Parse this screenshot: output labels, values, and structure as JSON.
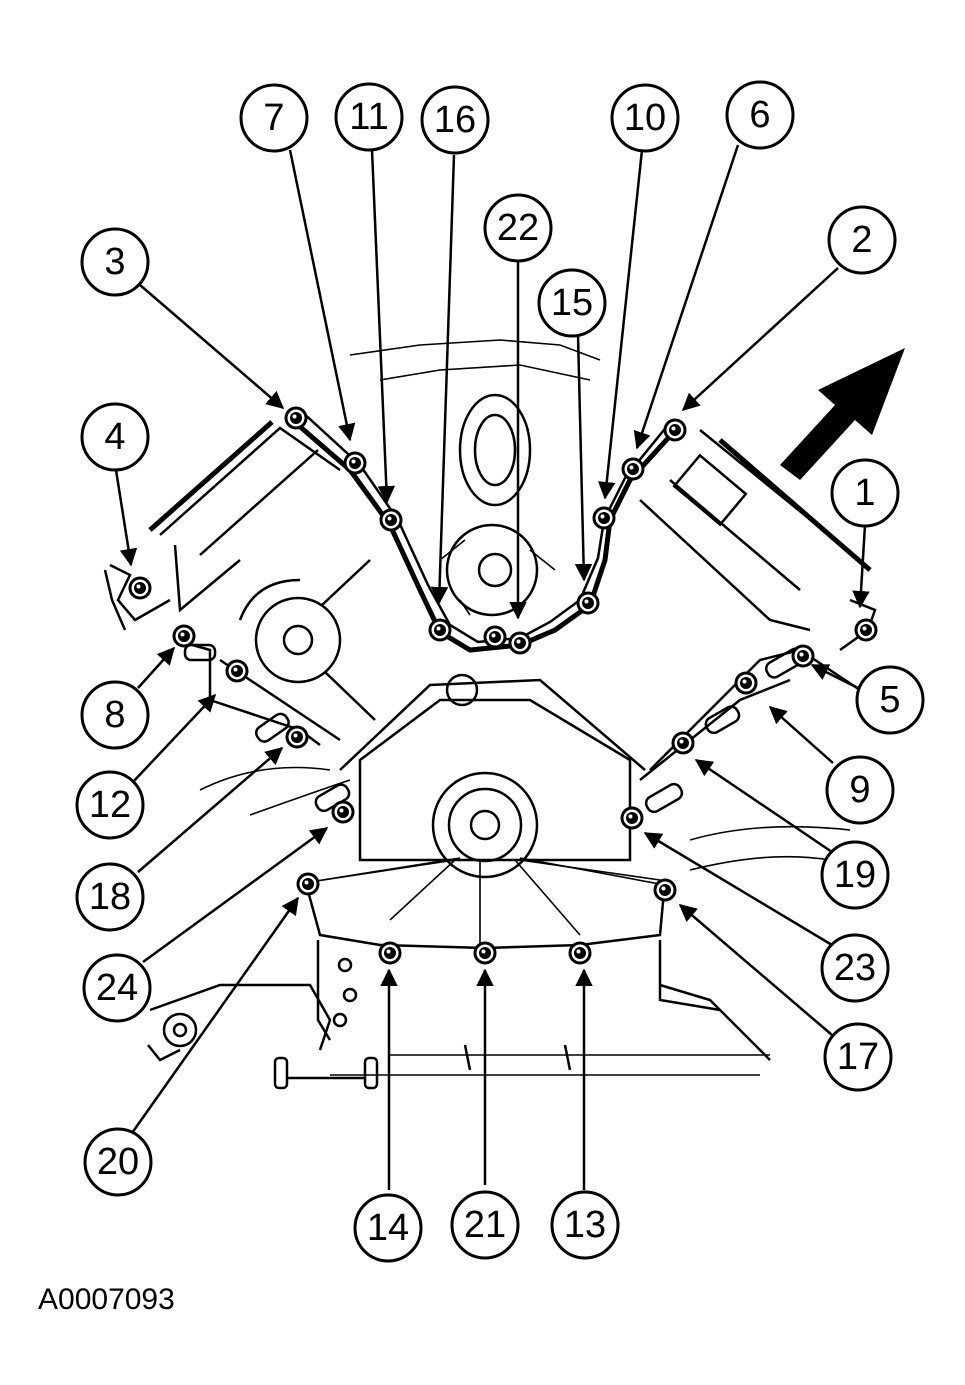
{
  "drawing_id": "A0007093",
  "callouts": [
    {
      "label": "1",
      "n": 1
    },
    {
      "label": "2",
      "n": 2
    },
    {
      "label": "3",
      "n": 3
    },
    {
      "label": "4",
      "n": 4
    },
    {
      "label": "5",
      "n": 5
    },
    {
      "label": "6",
      "n": 6
    },
    {
      "label": "7",
      "n": 7
    },
    {
      "label": "8",
      "n": 8
    },
    {
      "label": "9",
      "n": 9
    },
    {
      "label": "10",
      "n": 10
    },
    {
      "label": "11",
      "n": 11
    },
    {
      "label": "12",
      "n": 12
    },
    {
      "label": "13",
      "n": 13
    },
    {
      "label": "14",
      "n": 14
    },
    {
      "label": "15",
      "n": 15
    },
    {
      "label": "16",
      "n": 16
    },
    {
      "label": "17",
      "n": 17
    },
    {
      "label": "18",
      "n": 18
    },
    {
      "label": "19",
      "n": 19
    },
    {
      "label": "20",
      "n": 20
    },
    {
      "label": "21",
      "n": 21
    },
    {
      "label": "22",
      "n": 22
    },
    {
      "label": "23",
      "n": 23
    },
    {
      "label": "24",
      "n": 24
    }
  ],
  "direction_arrow_icon": "view-direction-arrow-icon"
}
